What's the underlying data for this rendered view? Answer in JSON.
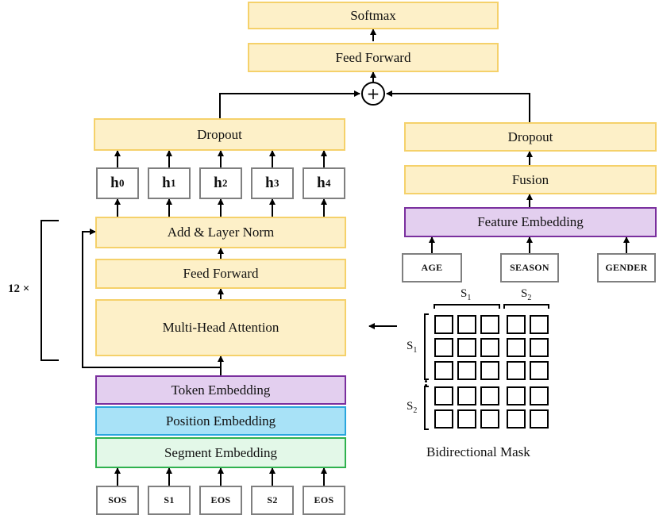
{
  "top": {
    "softmax": "Softmax",
    "feed_forward": "Feed Forward",
    "plus": "+"
  },
  "left": {
    "dropout": "Dropout",
    "hidden": [
      {
        "base": "h",
        "sub": "0"
      },
      {
        "base": "h",
        "sub": "1"
      },
      {
        "base": "h",
        "sub": "2"
      },
      {
        "base": "h",
        "sub": "3"
      },
      {
        "base": "h",
        "sub": "4"
      }
    ],
    "add_norm": "Add & Layer Norm",
    "feed_forward": "Feed Forward",
    "attention": "Multi-Head Attention",
    "repeat_label": "12 ×",
    "token_embedding": "Token Embedding",
    "position_embedding": "Position Embedding",
    "segment_embedding": "Segment Embedding",
    "inputs": [
      "SOS",
      "S1",
      "EOS",
      "S2",
      "EOS"
    ]
  },
  "right": {
    "dropout": "Dropout",
    "fusion": "Fusion",
    "feature_embedding": "Feature Embedding",
    "features": [
      "AGE",
      "SEASON",
      "GENDER"
    ]
  },
  "mask": {
    "col_label_1": {
      "base": "S",
      "sub": "1"
    },
    "col_label_2": {
      "base": "S",
      "sub": "2"
    },
    "row_label_1": {
      "base": "S",
      "sub": "1"
    },
    "row_label_2": {
      "base": "S",
      "sub": "2"
    },
    "caption": "Bidirectional Mask"
  }
}
